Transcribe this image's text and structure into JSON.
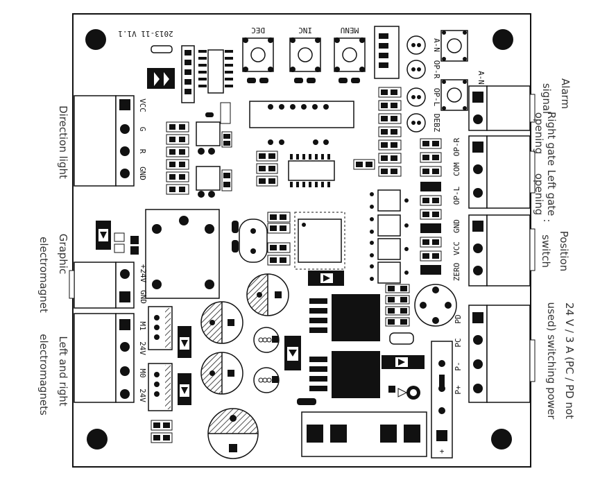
{
  "board": {
    "version": "2013-11 V1.1",
    "buttons": [
      "DEC",
      "INC",
      "MENU"
    ],
    "leds": [
      "A-N",
      "OP-R",
      "OP-L",
      "DEBZ"
    ],
    "alarm_pin": "A-N"
  },
  "external_labels": {
    "direction_light": "Direction light",
    "graphic_line1": "Graphic",
    "graphic_line2": "electromagnet",
    "left_right_line1": "Left and right",
    "left_right_line2": "electromagnets",
    "alarm_line1": "Alarm",
    "alarm_line2": "signal",
    "right_gate_line1": "Right gate",
    "right_gate_line2": "opening",
    "left_gate_line1": "Left gate",
    "left_gate_line2": "opening",
    "colon": ":",
    "position_line1": "Position",
    "position_line2": "switch",
    "power_line1": "24 V / 3 A (PC / PD not",
    "power_line2": "used) switching power"
  },
  "connectors": {
    "direction": [
      "VCC",
      "G",
      "R",
      "GND"
    ],
    "graphic": [
      "+24V",
      "GND"
    ],
    "m1": [
      "M1",
      "24V"
    ],
    "m0": [
      "M0",
      "24V"
    ],
    "gates": [
      "OP-R",
      "COM",
      "OP-L"
    ],
    "position": [
      "GND",
      "VCC",
      "ZERO"
    ],
    "power": [
      "PD",
      "PC",
      "P-",
      "P+"
    ],
    "power_plus": "+"
  }
}
